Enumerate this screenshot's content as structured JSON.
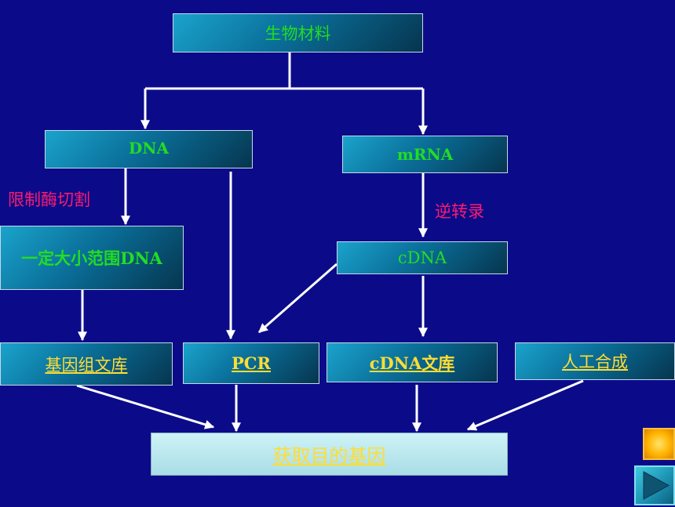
{
  "nodes": {
    "source": "生物材料",
    "dna": "DNA",
    "mrna": "mRNA",
    "dna_fragments": "一定大小范围DNA",
    "cdna": "cDNA",
    "genomic_library": "基因组文库",
    "pcr": "PCR",
    "cdna_library": "cDNA文库",
    "synthesis": "人工合成",
    "target_gene": "获取目的基因"
  },
  "labels": {
    "restriction_cut": "限制酶切割",
    "reverse_transcription": "逆转录"
  },
  "colors": {
    "background": "#0b0b8a",
    "box_text": "#22dd22",
    "link_text": "#ffdd33",
    "label_text": "#ff1a6e",
    "arrow": "#ffffff"
  },
  "icons": {
    "home": "home-button-icon",
    "next": "play-next-icon"
  }
}
